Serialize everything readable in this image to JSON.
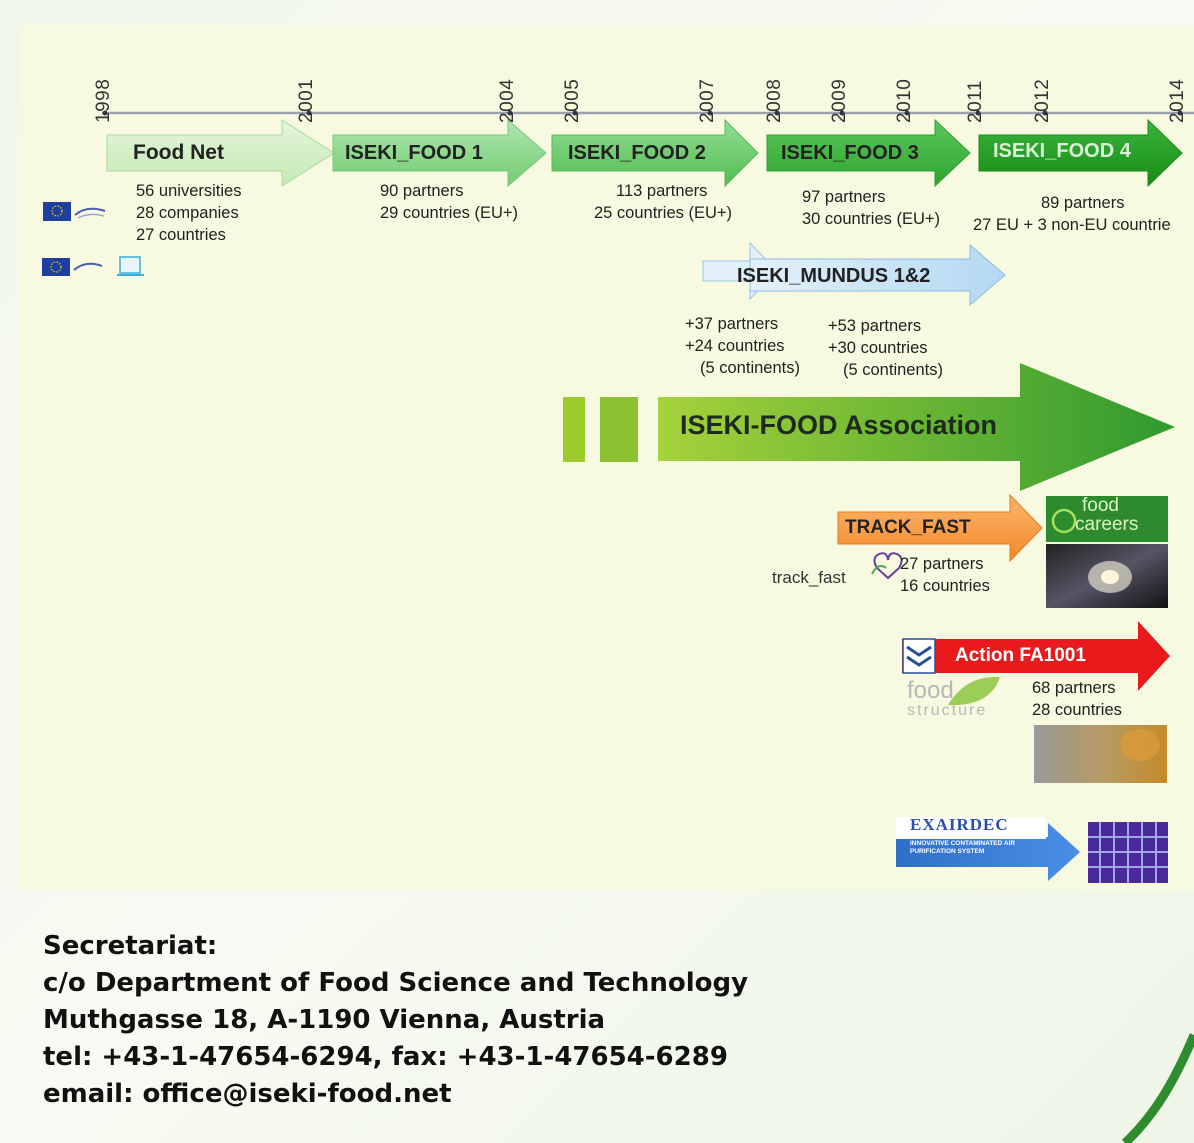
{
  "timeline": {
    "years": [
      "1998",
      "2001",
      "2004",
      "2005",
      "2007",
      "2008",
      "2009",
      "2010",
      "2011",
      "2012",
      "2014"
    ]
  },
  "arrows": {
    "food_net": "Food Net",
    "iseki_food_1": "ISEKI_FOOD 1",
    "iseki_food_2": "ISEKI_FOOD 2",
    "iseki_food_3": "ISEKI_FOOD 3",
    "iseki_food_4": "ISEKI_FOOD 4",
    "iseki_mundus": "ISEKI_MUNDUS 1&2",
    "association": "ISEKI-FOOD Association",
    "track_fast": "TRACK_FAST",
    "action_fa1001": "Action FA1001",
    "exairdec": "EXAIRDEC",
    "exairdec_sub": "INNOVATIVE CONTAMINATED AIR PURIFICATION SYSTEM"
  },
  "details": {
    "food_net": [
      "56 universities",
      "28 companies",
      "27 countries"
    ],
    "iseki_food_1": [
      "90 partners",
      "29 countries (EU+)"
    ],
    "iseki_food_2": [
      "113 partners",
      "25 countries (EU+)"
    ],
    "iseki_food_3": [
      "97 partners",
      "30 countries (EU+)"
    ],
    "iseki_food_4": [
      "89 partners",
      "27 EU + 3 non-EU countrie"
    ],
    "mundus_1": [
      "+37 partners",
      "+24 countries",
      "(5 continents)"
    ],
    "mundus_2": [
      "+53 partners",
      "+30 countries",
      "(5 continents)"
    ],
    "track_fast": [
      "27 partners",
      "16 countries"
    ],
    "action_fa1001": [
      "68 partners",
      "28 countries"
    ]
  },
  "logos": {
    "track_fast": "track_fast",
    "food_careers_1": "food",
    "food_careers_2": "careers",
    "food_structure_1": "food",
    "food_structure_2": "structure"
  },
  "footer": {
    "line1": "Secretariat:",
    "line2": "c/o Department of Food Science and Technology",
    "line3": "Muthgasse 18, A-1190 Vienna, Austria",
    "line4": "tel: +43-1-47654-6294, fax: +43-1-47654-6289",
    "line5": "email: office@iseki-food.net"
  },
  "colors": {
    "panel_bg": "#f7f9e0",
    "food_net": "#d6f0c8",
    "iseki1": "#8ed88e",
    "iseki2": "#6cca6c",
    "iseki3": "#3db33d",
    "iseki4": "#1f9a1f",
    "mundus": "#bfe0f5",
    "association": "#5fb33a",
    "track_fast": "#f7a14d",
    "action": "#e8191c",
    "exairdec": "#3a7bd5"
  }
}
